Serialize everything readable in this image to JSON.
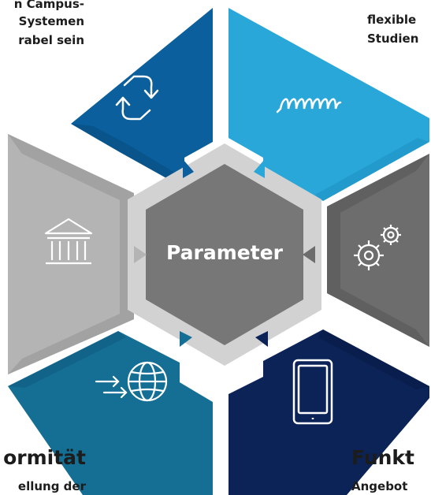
{
  "colors": {
    "top_left": "#0a5f9c",
    "top_right": "#2aa7d9",
    "left": "#b4b4b4",
    "right": "#6d6d6d",
    "bottom_left": "#156f95",
    "bottom_right": "#0b2357",
    "center_ring": "#d2d2d2",
    "center": "#777777"
  },
  "center": {
    "label": "Parameter"
  },
  "segments": [
    {
      "id": "top-left",
      "icon": "sync-arrows-icon"
    },
    {
      "id": "top-right",
      "icon": "spring-coil-icon"
    },
    {
      "id": "left",
      "icon": "institution-building-icon"
    },
    {
      "id": "right",
      "icon": "gears-icon"
    },
    {
      "id": "bottom-left",
      "icon": "globe-arrow-icon"
    },
    {
      "id": "bottom-right",
      "icon": "tablet-device-icon"
    }
  ],
  "text_top_left": {
    "line1": "n Campus-",
    "line2": "Systemen",
    "line3": "rabel sein"
  },
  "text_top_right": {
    "line1": "flexible",
    "line2": "Studien"
  },
  "text_bottom_left": {
    "title": "ormität",
    "line1": "ellung der"
  },
  "text_bottom_right": {
    "title": "Funkt",
    "line1": "Angebot"
  }
}
